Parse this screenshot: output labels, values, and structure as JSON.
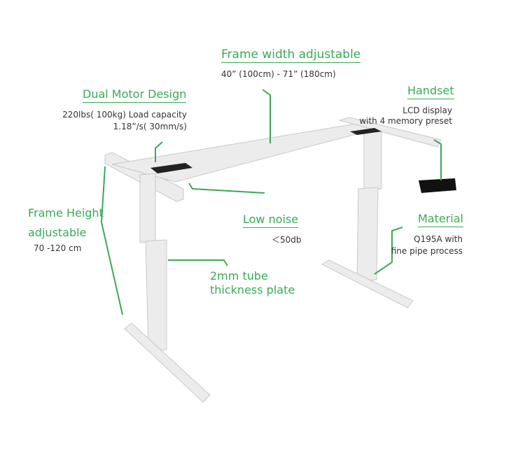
{
  "colors": {
    "accent": "#3aaa55",
    "frame": "#e6e6e6",
    "text": "#333333"
  },
  "labels": {
    "frame_width": {
      "title": "Frame width adjustable",
      "desc": "40” (100cm) - 71” (180cm)"
    },
    "dual_motor": {
      "title": "Dual Motor Design",
      "desc1": "220lbs( 100kg) Load capacity",
      "desc2": "1.18”/s( 30mm/s)"
    },
    "handset": {
      "title": "Handset",
      "desc1": "LCD display",
      "desc2": "with 4 memory preset"
    },
    "frame_height": {
      "title1": "Frame Height",
      "title2": "adjustable",
      "desc": "70 -120 cm"
    },
    "low_noise": {
      "title": "Low noise",
      "desc": "＜50db"
    },
    "material": {
      "title": "Material",
      "desc1": "Q195A with",
      "desc2": "fine pipe process"
    },
    "tube": {
      "title1": "2mm tube",
      "title2": "thickness plate"
    }
  }
}
